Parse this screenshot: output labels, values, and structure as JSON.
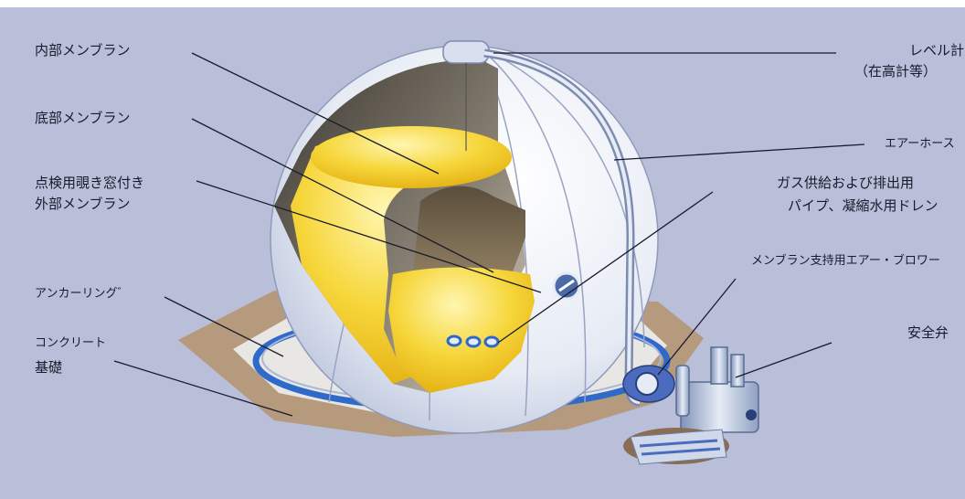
{
  "colors": {
    "background": "#b9bfd9",
    "dome": "#eef2f8",
    "membrane": "#f2c21a",
    "ground": "#b59a7d",
    "slab": "#e9e7e3",
    "ring": "#2f69c9",
    "equipment": "#cfd9ea"
  },
  "labels": {
    "inner_membrane": "内部メンブラン",
    "bottom_membrane": "底部メンブラン",
    "outer_membrane_l1": "点検用覗き窓付き",
    "outer_membrane_l2": "外部メンブラン",
    "anchor_ring": "アンカーリング゛",
    "concrete_l1": "コンクリート",
    "concrete_l2": "基礎",
    "level_gauge_l1": "レベル計",
    "level_gauge_l2": "（在高計等）",
    "air_hose": "エアーホース",
    "gas_pipe_l1": "ガス供給および排出用",
    "gas_pipe_l2": "パイプ、凝縮水用ドレン",
    "blower": "メンブラン支持用エアー・ブロワー",
    "safety_valve": "安全弁"
  }
}
